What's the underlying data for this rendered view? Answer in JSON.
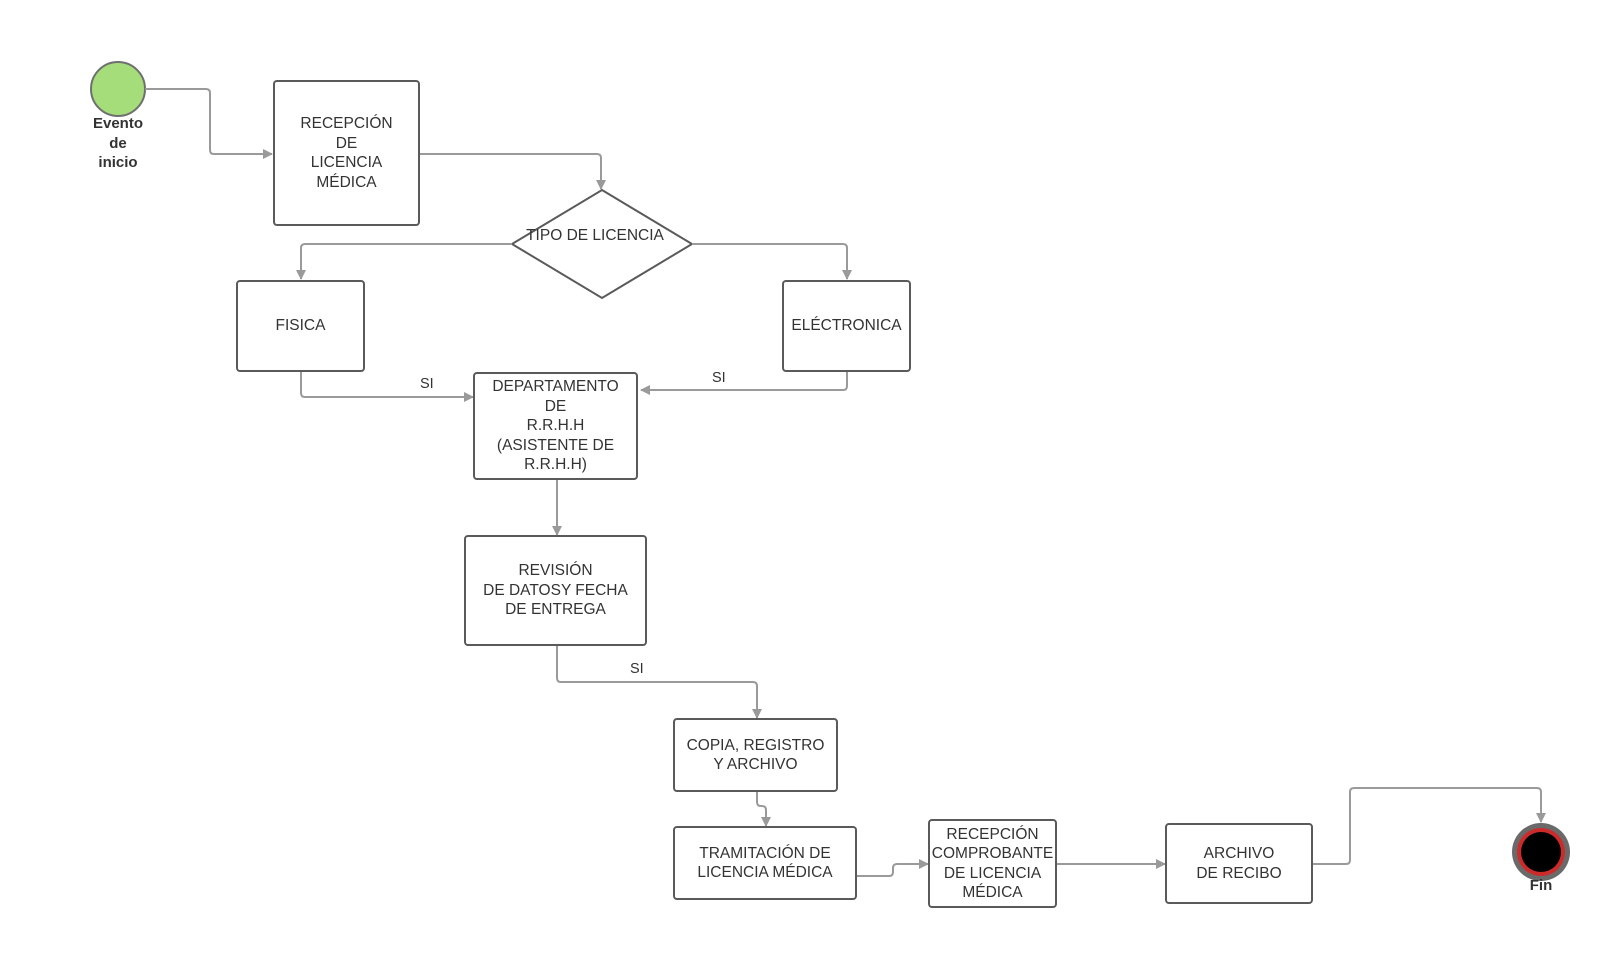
{
  "diagram": {
    "start_event": {
      "label": "Evento\nde\ninicio",
      "color": "#a4dd7a"
    },
    "end_event": {
      "label": "Fin",
      "ring_color": "#cc2b2b"
    },
    "nodes": {
      "recepcion": "RECEPCIÓN\nDE\nLICENCIA\nMÉDICA",
      "decision": "TIPO DE LICENCIA",
      "fisica": "FISICA",
      "electronica": "ELÉCTRONICA",
      "departamento": "DEPARTAMENTO\nDE\nR.R.H.H\n(ASISTENTE DE\nR.R.H.H)",
      "revision": "REVISIÓN\nDE DATOSY FECHA\nDE ENTREGA",
      "copia": "COPIA, REGISTRO\nY  ARCHIVO",
      "tramitacion": "TRAMITACIÓN DE\nLICENCIA MÉDICA",
      "comprobante": "RECEPCIÓN\nCOMPROBANTE\nDE LICENCIA\nMÉDICA",
      "archivo": "ARCHIVO\nDE RECIBO"
    },
    "edge_labels": {
      "fisica_to_depto": "SI",
      "electronica_to_depto": "SI",
      "revision_to_copia": "SI"
    },
    "colors": {
      "line": "#9a9a9a",
      "border": "#5a5a5a"
    }
  }
}
